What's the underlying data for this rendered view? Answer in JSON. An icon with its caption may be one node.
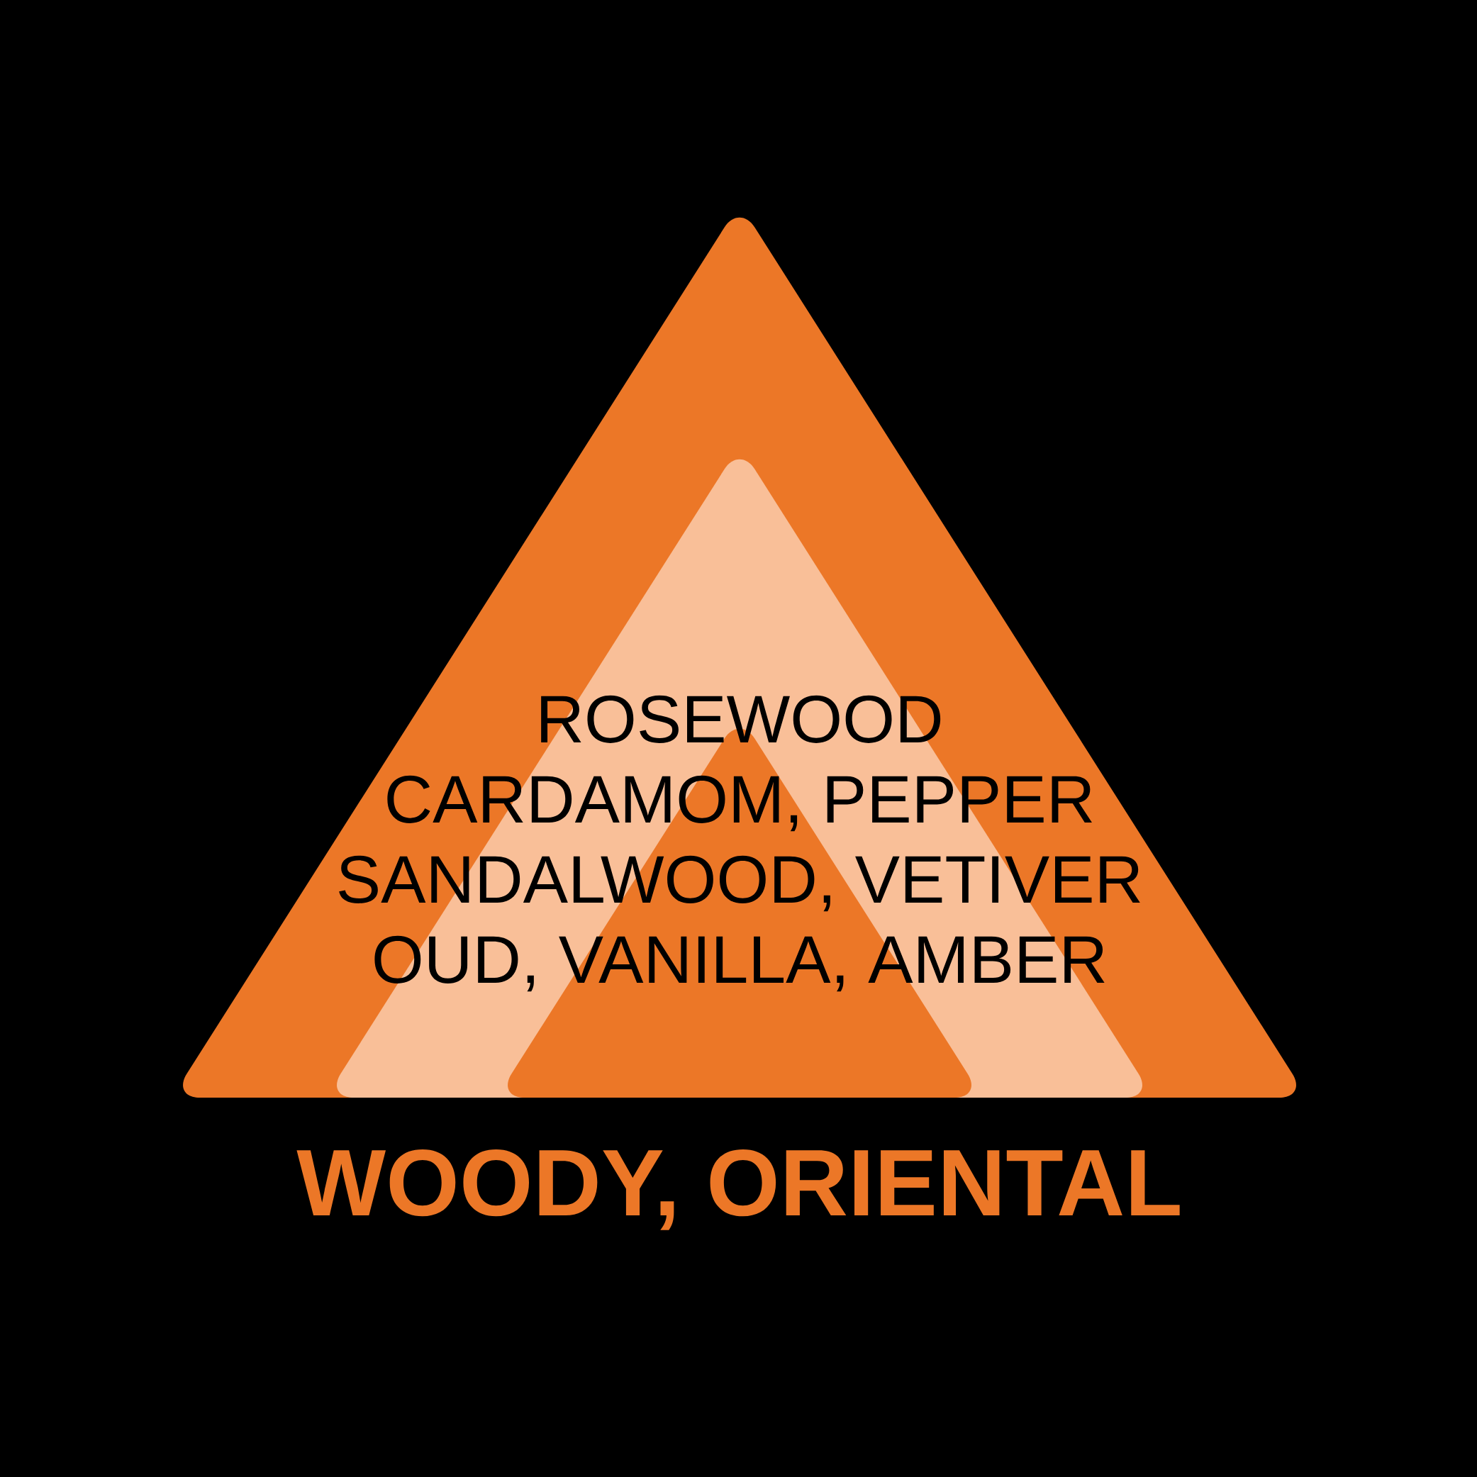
{
  "diagram": {
    "caption": "WOODY, ORIENTAL",
    "nodes": [
      {
        "text": [],
        "shape": "triangle"
      },
      {
        "text": [],
        "shape": "triangle",
        "in": 0
      },
      {
        "text": [],
        "shape": "triangle",
        "in": 1
      }
    ],
    "labels": [
      "ROSEWOOD",
      "CARDAMOM, PEPPER",
      "SANDALWOOD, VETIVER",
      "OUD, VANILLA, AMBER"
    ]
  }
}
